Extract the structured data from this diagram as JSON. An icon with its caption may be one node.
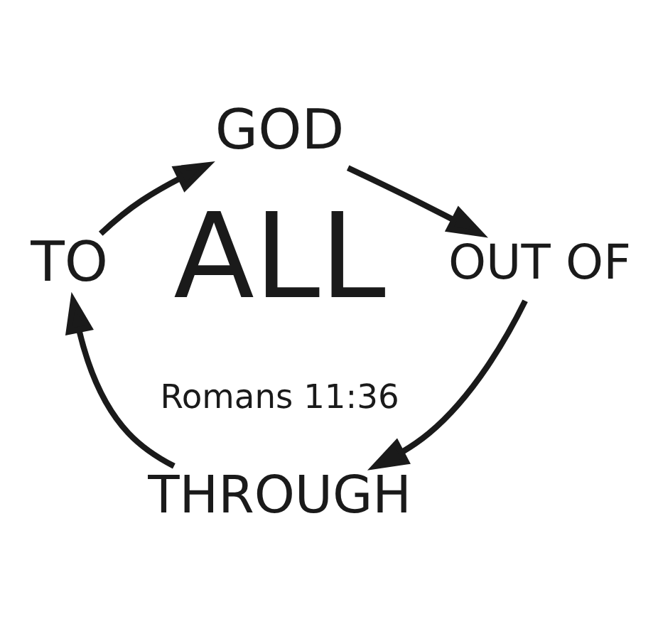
{
  "diagram": {
    "nodes": [
      {
        "text": [
          "GOD"
        ]
      },
      {
        "text": [
          "OUT OF"
        ]
      },
      {
        "text": [
          "THROUGH"
        ]
      },
      {
        "text": [
          "TO"
        ]
      }
    ],
    "edges": [
      {
        "from": 0,
        "to": 1,
        "arrow": "to"
      },
      {
        "from": 1,
        "to": 2,
        "arrow": "to"
      },
      {
        "from": 2,
        "to": 3,
        "arrow": "to"
      },
      {
        "from": 3,
        "to": 0,
        "arrow": "to"
      }
    ],
    "labels": [
      "ALL",
      "Romans 11:36"
    ]
  }
}
